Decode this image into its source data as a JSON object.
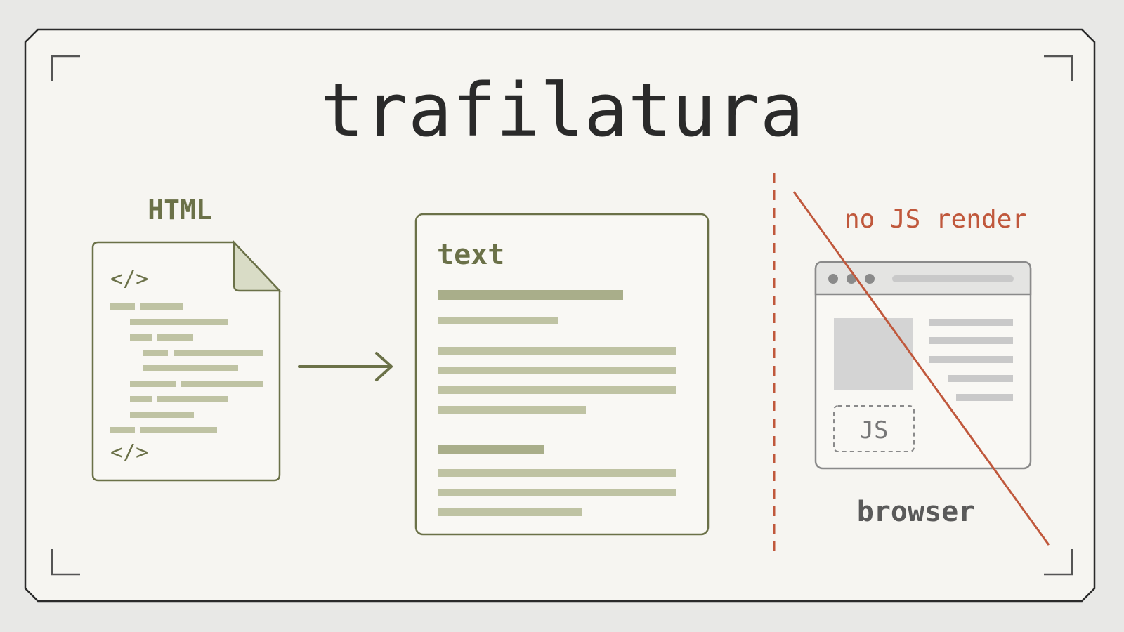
{
  "title": "trafilatura",
  "html_label": "HTML",
  "html_code_open": "</>",
  "html_code_close": "</>",
  "text_label": "text",
  "no_js_label": "no JS render",
  "js_label": "JS",
  "browser_label": "browser",
  "colors": {
    "background": "#e8e8e6",
    "card": "#f6f5f1",
    "ink": "#2a2a2a",
    "olive": "#6b7148",
    "olive_light": "#bfc3a3",
    "olive_mid": "#a9ae8a",
    "doc_fold": "#d9dcc6",
    "red": "#c0583c",
    "gray": "#8a8a8a",
    "gray_light": "#c9c9c9",
    "gray_fill": "#d4d4d4"
  }
}
